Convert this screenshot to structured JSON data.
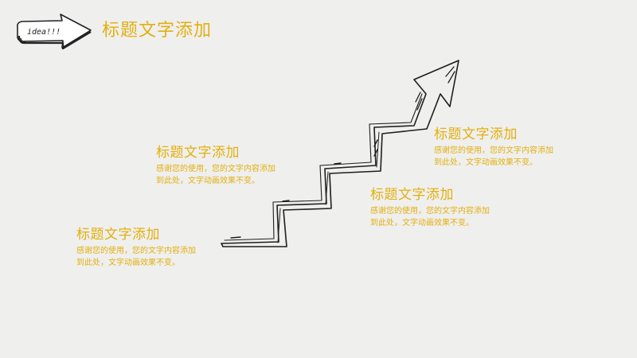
{
  "logo": {
    "text": "idea!!!",
    "icon": "hand-drawn-arrow-icon"
  },
  "page_title": "标题文字添加",
  "blocks": [
    {
      "title": "标题文字添加",
      "line1": "感谢您的使用，您的文字内容添加",
      "line2": "到此处，文字动画效果不变。"
    },
    {
      "title": "标题文字添加",
      "line1": "感谢您的使用，您的文字内容添加",
      "line2": "到此处，文字动画效果不变。"
    },
    {
      "title": "标题文字添加",
      "line1": "感谢您的使用，您的文字内容添加",
      "line2": "到此处，文字动画效果不变。"
    },
    {
      "title": "标题文字添加",
      "line1": "感谢您的使用，您的文字内容添加",
      "line2": "到此处，文字动画效果不变。"
    }
  ],
  "colors": {
    "background": "#efefee",
    "accent": "#e3b00f",
    "ink": "#222222"
  },
  "decor": {
    "stairs_icon": "hand-drawn-staircase-arrow-icon"
  }
}
